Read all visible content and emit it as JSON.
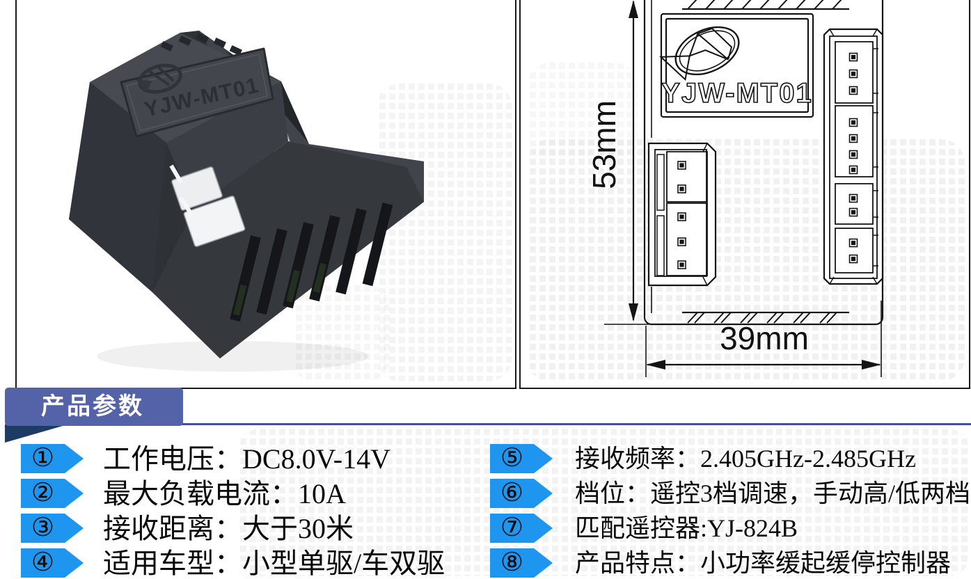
{
  "photo": {
    "label": "YJW-MT01"
  },
  "drawing": {
    "label": "YJW-MT01",
    "height_dim": "53mm",
    "width_dim": "39mm"
  },
  "header": {
    "title": "产品参数"
  },
  "colors": {
    "badge_blue": "#1e96ef",
    "banner_blue": "#5463a8",
    "line_blue": "#4050a0",
    "fold_navy": "#1c3c63"
  },
  "specs_left": [
    {
      "badge": "①",
      "text": "工作电压：DC8.0V-14V"
    },
    {
      "badge": "②",
      "text": "最大负载电流：10A"
    },
    {
      "badge": "③",
      "text": "接收距离：大于30米"
    },
    {
      "badge": "④",
      "text": "适用车型：小型单驱/车双驱"
    }
  ],
  "specs_right": [
    {
      "badge": "⑤",
      "text": "接收频率：2.405GHz-2.485GHz"
    },
    {
      "badge": "⑥",
      "text": "档位：遥控3档调速，手动高/低两档"
    },
    {
      "badge": "⑦",
      "text": "匹配遥控器:YJ-824B"
    },
    {
      "badge": "⑧",
      "text": "产品特点：小功率缓起缓停控制器"
    }
  ]
}
